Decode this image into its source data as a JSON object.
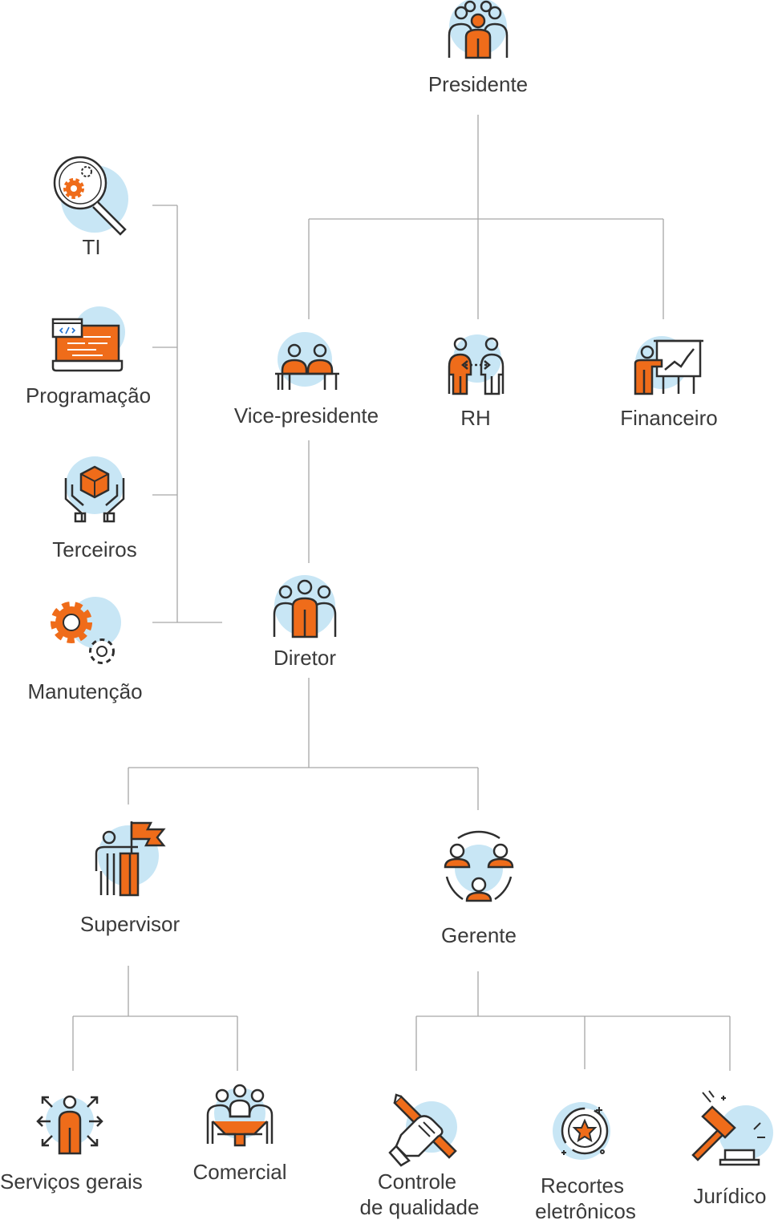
{
  "colors": {
    "accent": "#ef6c1a",
    "circle": "#c8e6f5",
    "line": "#9a9a9a",
    "stroke": "#2e2e2e",
    "text": "#3a3a3a"
  },
  "nodes": {
    "presidente": {
      "label": "Presidente",
      "icon": "group-icon"
    },
    "vice_presidente": {
      "label": "Vice-presidente",
      "icon": "meeting-icon"
    },
    "rh": {
      "label": "RH",
      "icon": "exchange-people-icon"
    },
    "financeiro": {
      "label": "Financeiro",
      "icon": "presentation-chart-icon"
    },
    "diretor": {
      "label": "Diretor",
      "icon": "group-icon"
    },
    "ti": {
      "label": "TI",
      "icon": "magnifier-gear-icon"
    },
    "programacao": {
      "label": "Programação",
      "icon": "laptop-code-icon"
    },
    "terceiros": {
      "label": "Terceiros",
      "icon": "hands-box-icon"
    },
    "manutencao": {
      "label": "Manutenção",
      "icon": "gears-icon"
    },
    "supervisor": {
      "label": "Supervisor",
      "icon": "person-flag-icon"
    },
    "gerente": {
      "label": "Gerente",
      "icon": "team-circle-icon"
    },
    "servicos_gerais": {
      "label": "Serviços gerais",
      "icon": "person-arrows-icon"
    },
    "comercial": {
      "label": "Comercial",
      "icon": "team-table-icon"
    },
    "controle_qualidade": {
      "line1": "Controle",
      "line2": "de qualidade",
      "icon": "hand-pencil-icon"
    },
    "recortes": {
      "line1": "Recortes",
      "line2": "eletrônicos",
      "icon": "star-badge-icon"
    },
    "juridico": {
      "label": "Jurídico",
      "icon": "gavel-icon"
    }
  }
}
